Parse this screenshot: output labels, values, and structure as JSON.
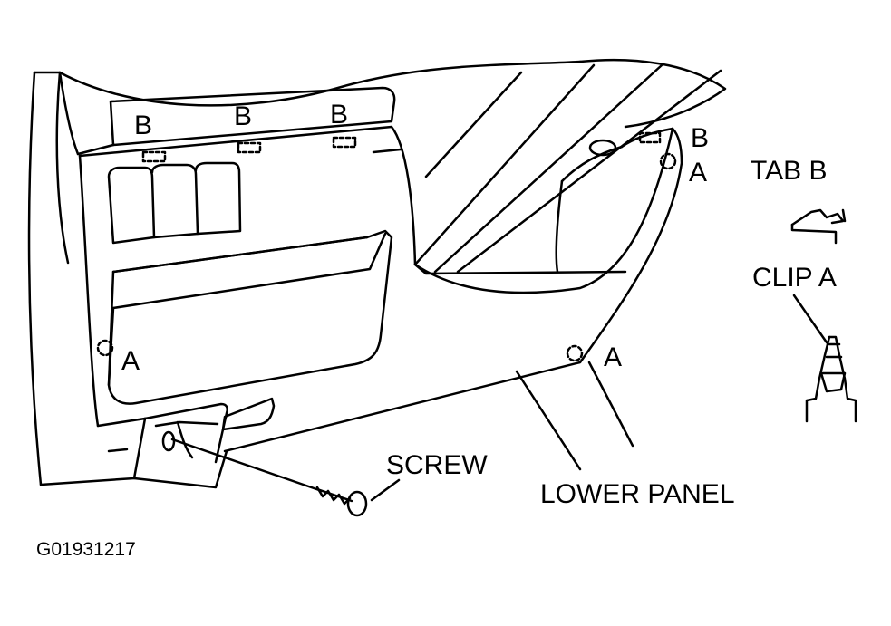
{
  "labels": {
    "b_left": "B",
    "b_mid": "B",
    "b_right": "B",
    "b_side": "B",
    "a_top_right": "A",
    "a_left": "A",
    "a_bottom_right": "A",
    "tab_b": "TAB B",
    "clip_a": "CLIP A",
    "screw": "SCREW",
    "lower_panel": "LOWER PANEL",
    "figure_id": "G01931217"
  },
  "colors": {
    "ink": "#000000",
    "paper": "#ffffff"
  }
}
